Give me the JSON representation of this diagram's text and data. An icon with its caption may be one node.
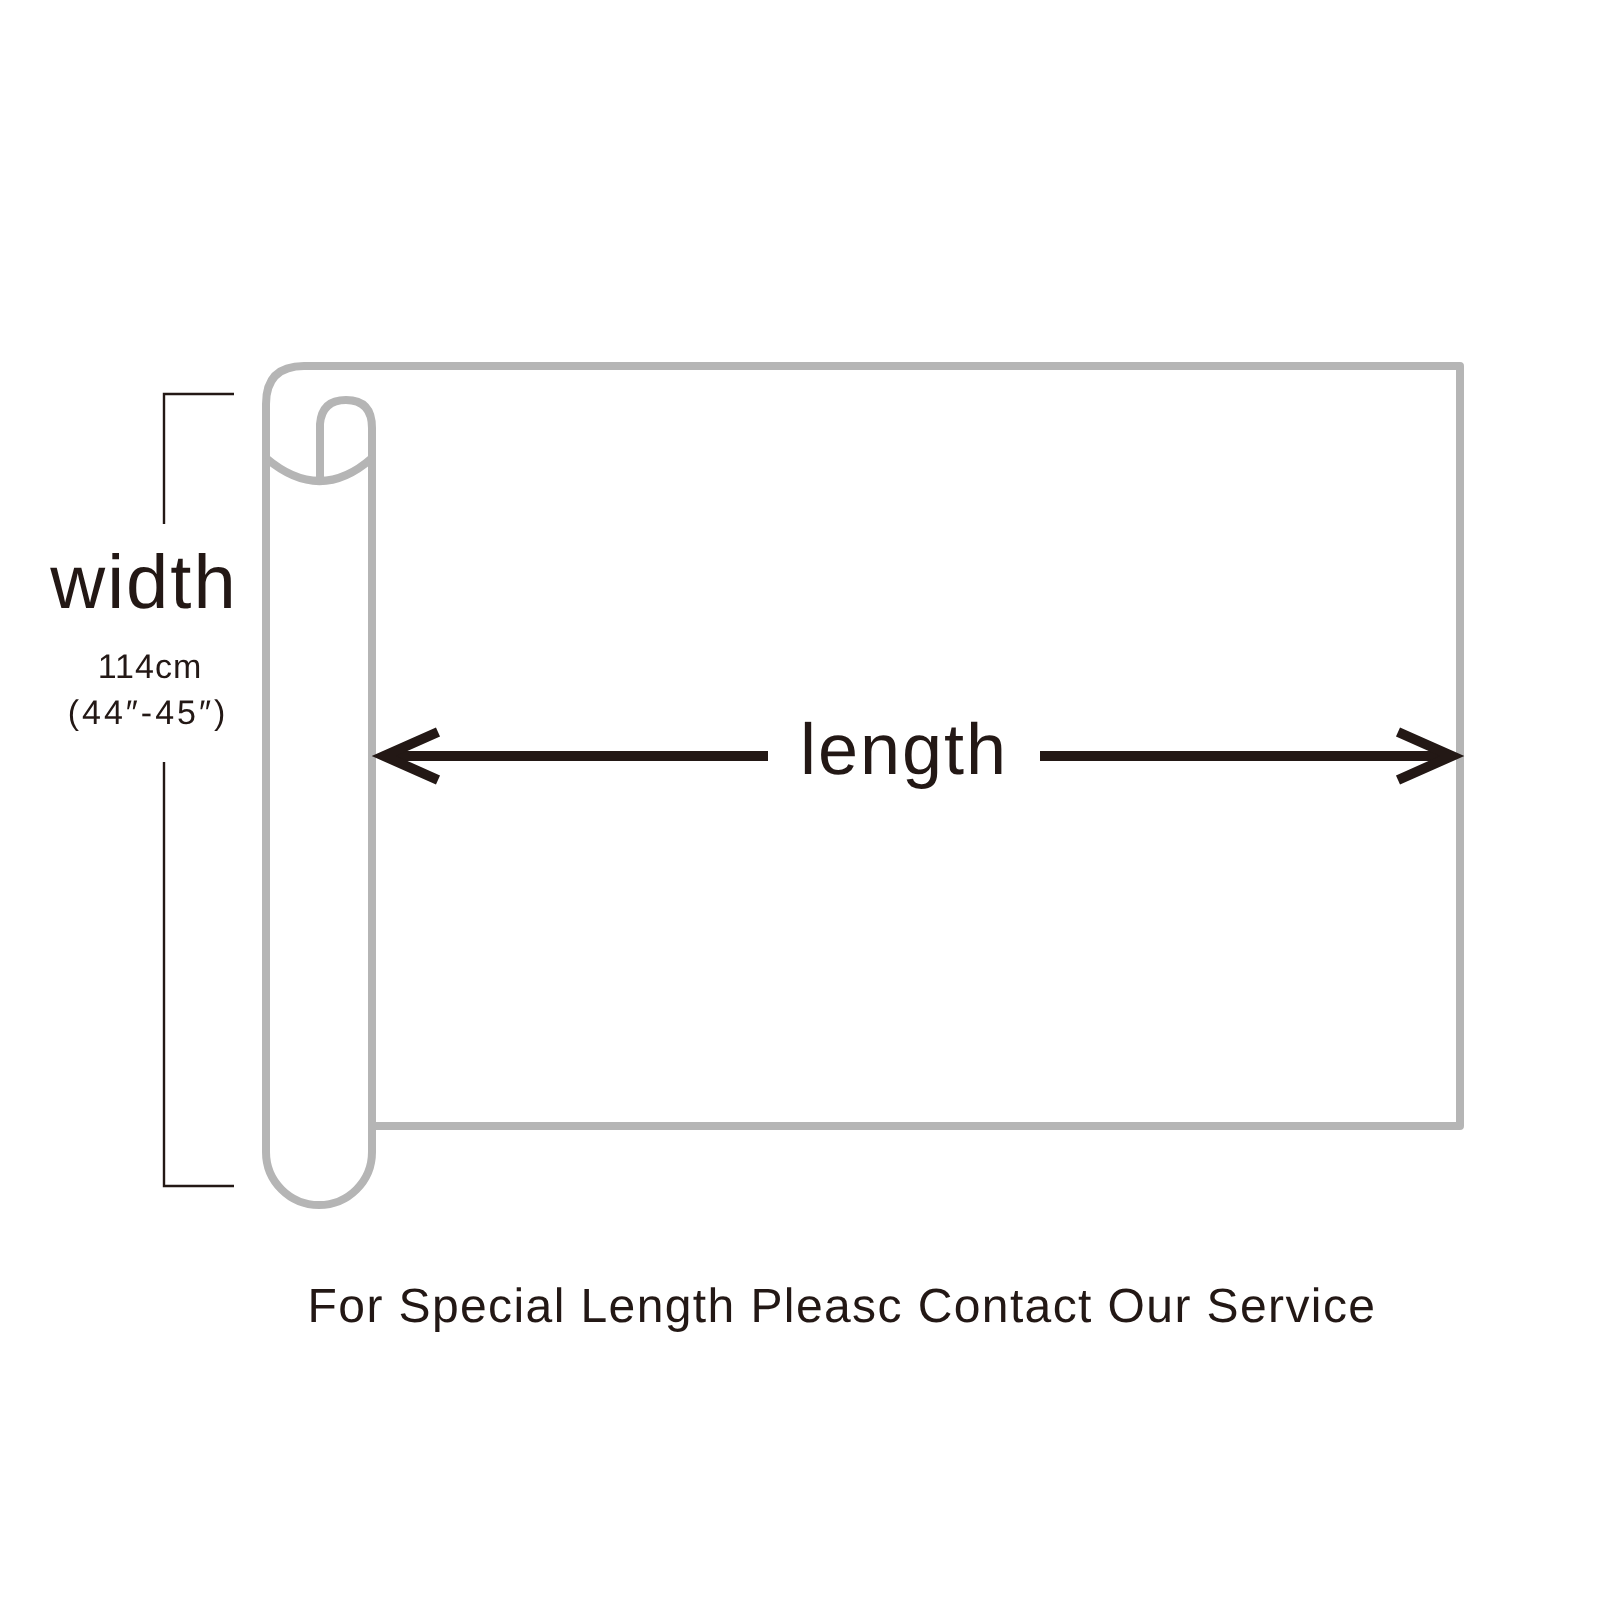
{
  "diagram": {
    "labels": [
      "width",
      "114cm",
      "(44″-45″)",
      "length",
      "For Special Length Pleasc Contact Our Service"
    ]
  }
}
